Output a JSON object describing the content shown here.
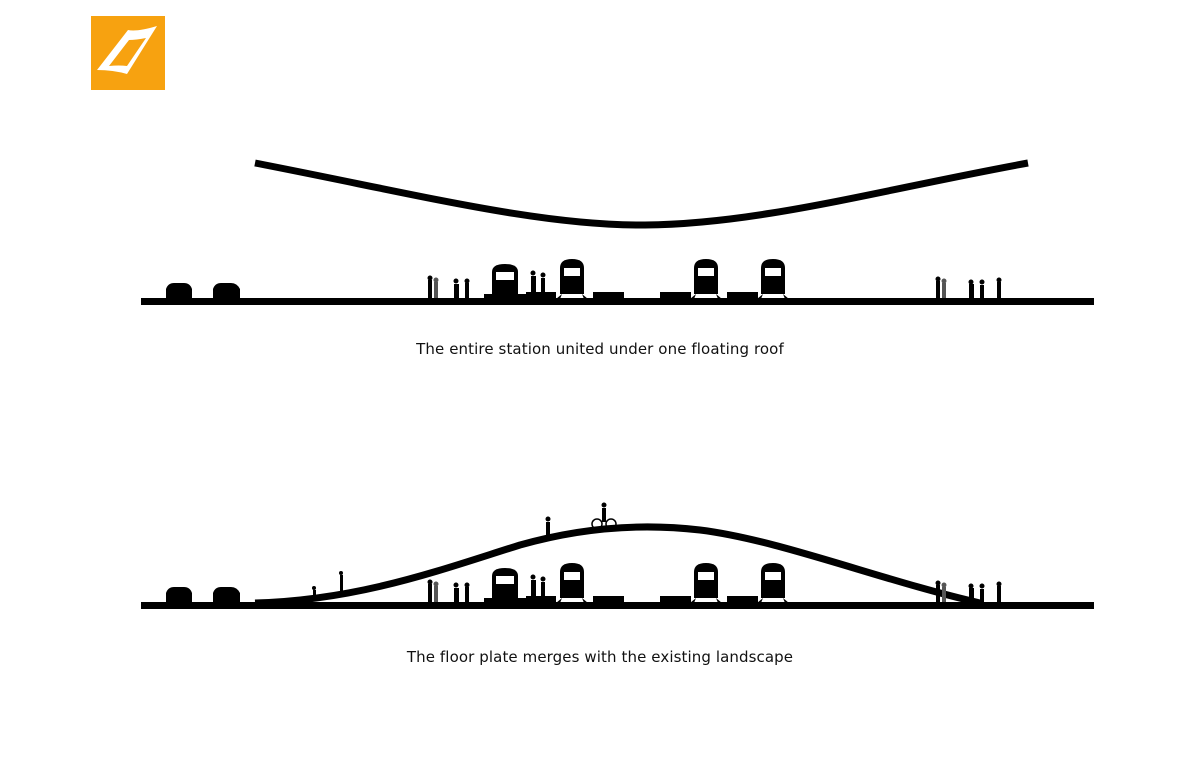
{
  "brand": {
    "accent_color": "#f7a210",
    "logo_icon": "diamond-logo-icon"
  },
  "diagrams": [
    {
      "caption": "The entire station united under one floating roof",
      "concept": "floating-roof"
    },
    {
      "caption": "The floor plate merges with the existing landscape",
      "concept": "landscape-merge"
    }
  ],
  "colors": {
    "ink": "#000000",
    "people_tint": "#555555"
  }
}
